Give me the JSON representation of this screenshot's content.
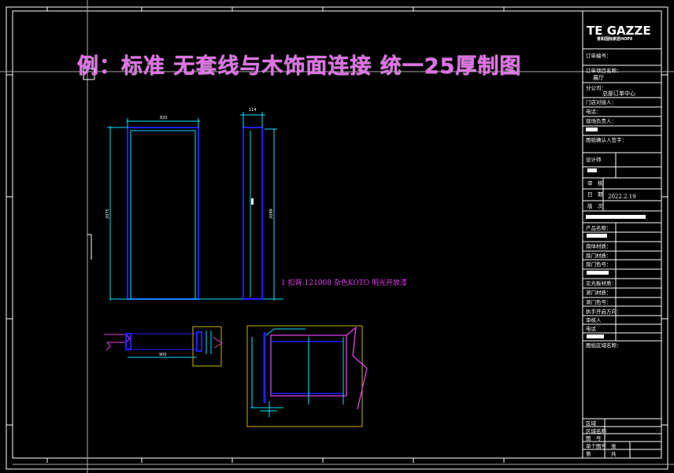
{
  "title": "例：标准 无套线与木饰面连接 统一25厚制图",
  "note": "1 扣背:121008 杂色KOTO 明光开放漆",
  "logo": {
    "name": "TE GAZZE",
    "sub": "意和国际家居HOPE"
  },
  "dimensions": {
    "door_width": "820",
    "door_height": "2075",
    "side_width": "114",
    "side_height": "2099",
    "plan_width": "900"
  },
  "title_block": {
    "order_no": "订单编号：",
    "order_project": "订单项目名称：",
    "branch": "展厅",
    "company": "分公司：",
    "center": "总部订单中心",
    "store_contact": "门店对接人：",
    "phone1": "电话：",
    "site_contact": "现场负责人：",
    "confirm_sign": "图纸确认人签字：",
    "designer": "设计师",
    "review": "审　核",
    "date_label": "日　期",
    "date_value": "2022.2.19",
    "version": "版　次",
    "product_name": "产品名称：",
    "leaf_material": "扇体材质：",
    "door_material": "扇门材质：",
    "door_color": "扇门色号：",
    "line_material": "见光板材质：",
    "frame_material": "洞门材质：",
    "frame_color": "洞门色号：",
    "open_dir": "执手开启方向：",
    "recipient": "审核人",
    "phone2": "电话",
    "area_name": "图纸区域名称：",
    "dept": "区域",
    "dept_name": "区域名称",
    "drawing_no": "图　号",
    "unit": "单个图号",
    "total_label": "张",
    "sheet": "第",
    "sheet_total": "共"
  }
}
